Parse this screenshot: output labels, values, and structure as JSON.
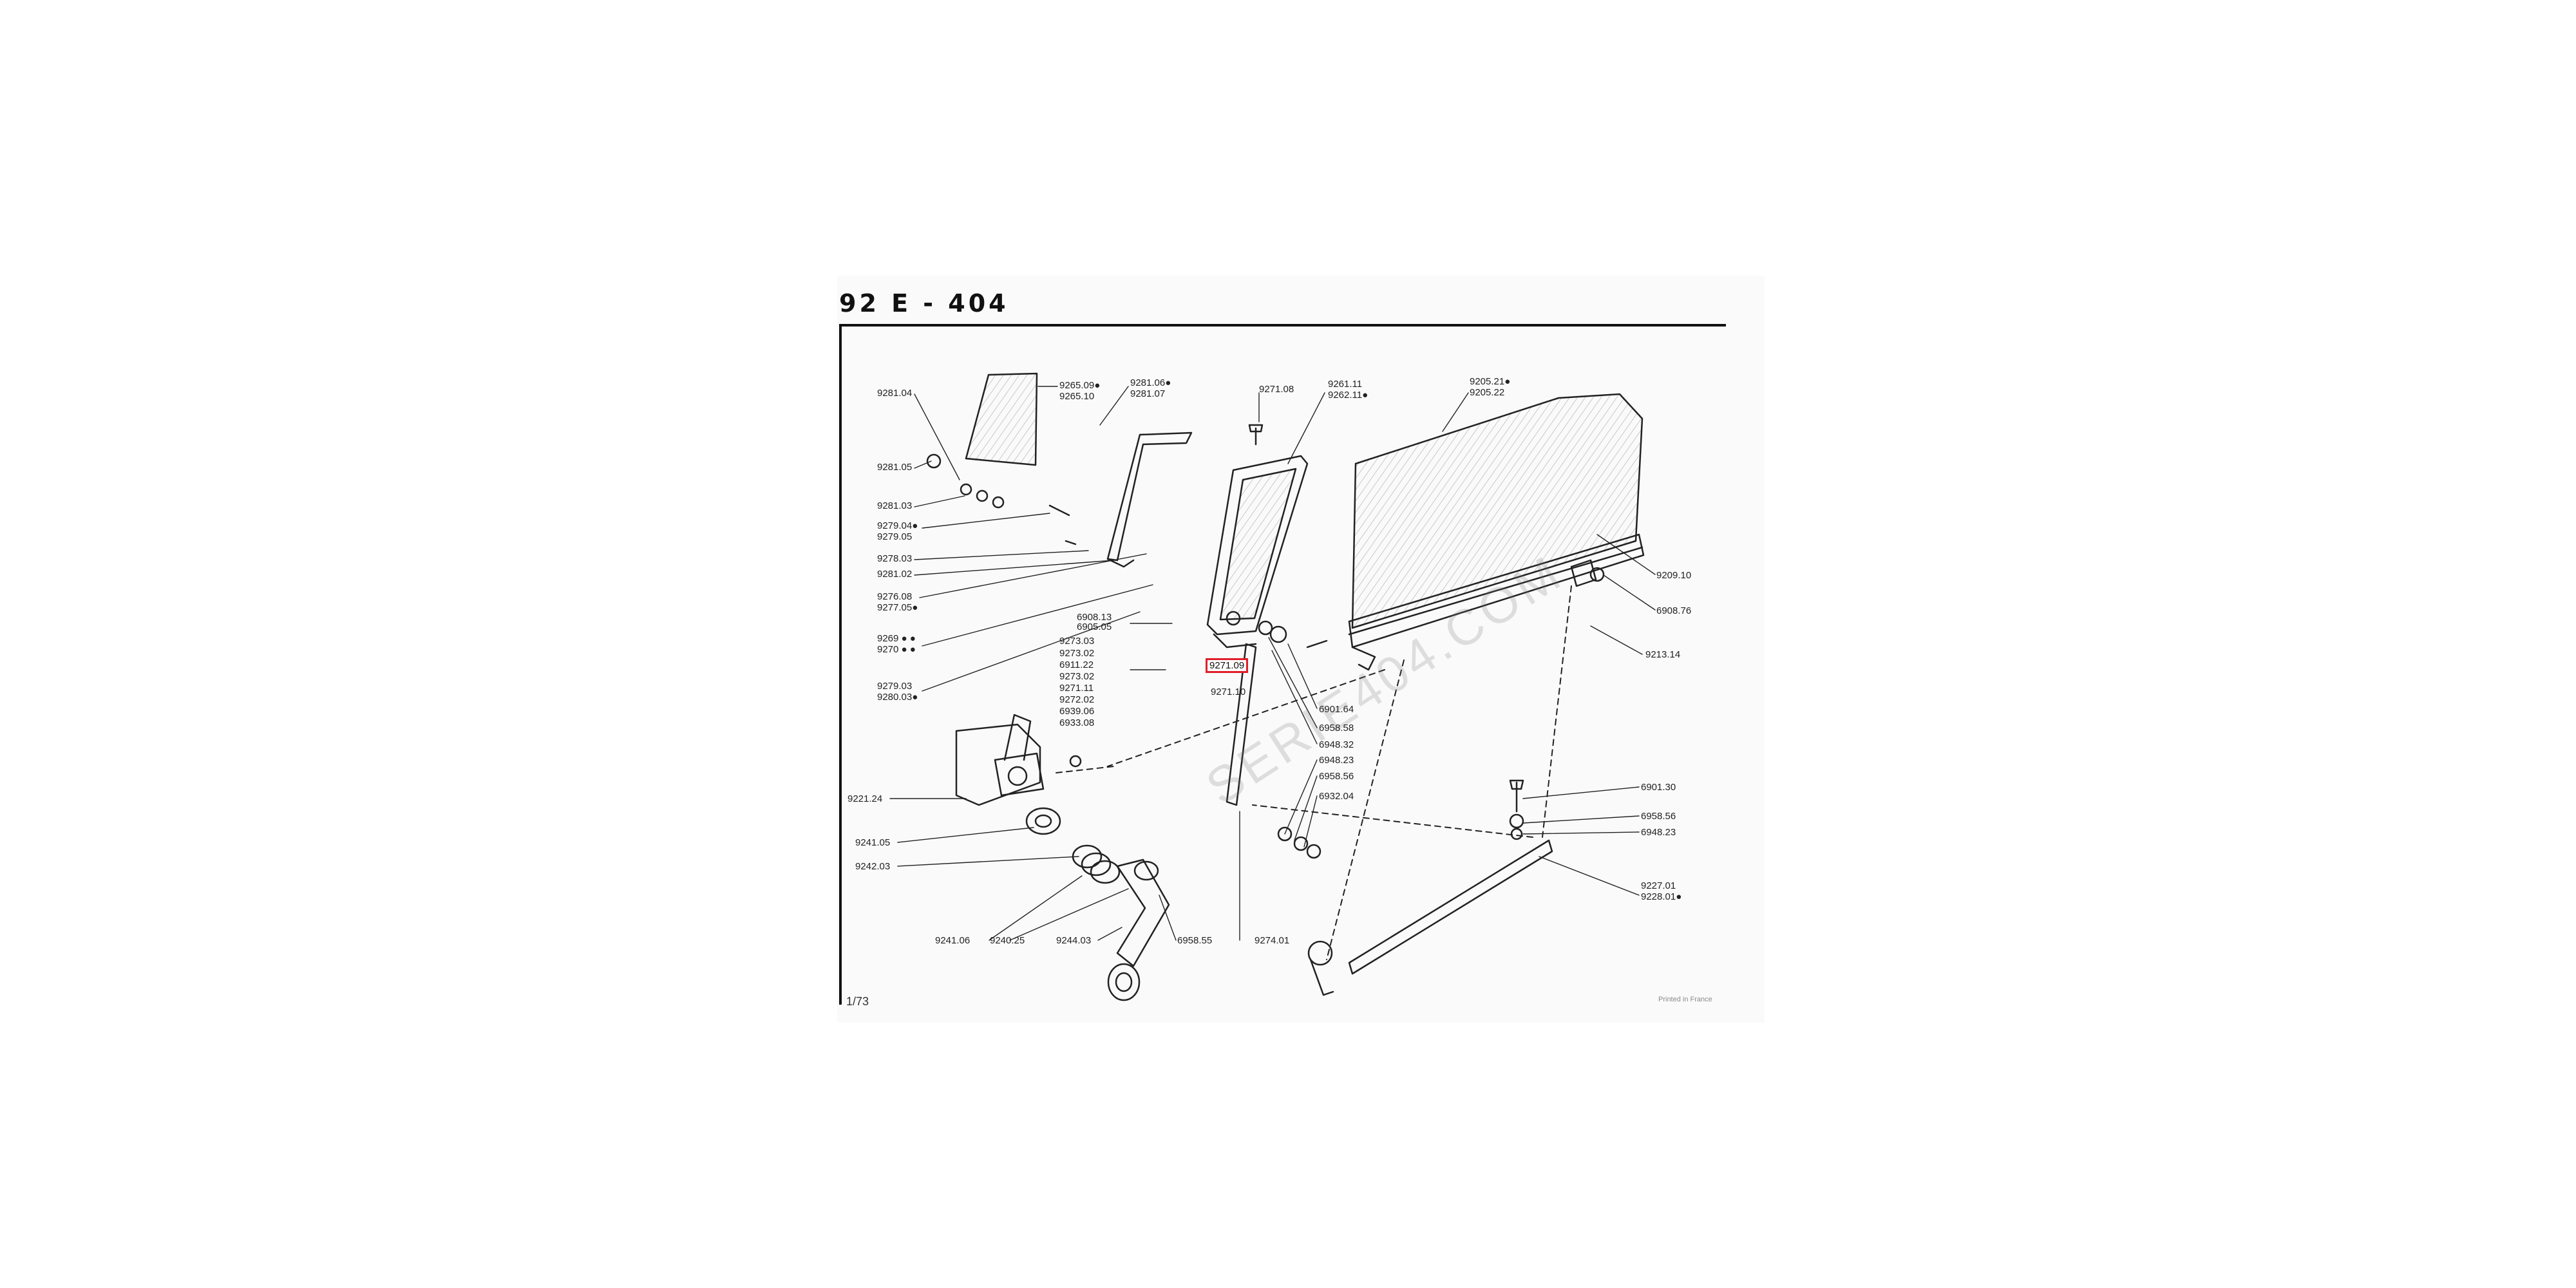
{
  "header": {
    "title": "92 E - 404"
  },
  "footer": {
    "page": "1/73",
    "printed": "Printed in France"
  },
  "watermark": {
    "text": "SERIE404.COM"
  },
  "colors": {
    "highlight": "#e11d2a",
    "ink": "#222222"
  },
  "labels": {
    "l01": "9265.09●",
    "l02": "9265.10",
    "l03": "9281.06●",
    "l04": "9281.07",
    "l05": "9281.04",
    "l06": "9281.05",
    "l07": "9281.03",
    "l08": "9279.04●",
    "l09": "9279.05",
    "l10": "9278.03",
    "l11": "9281.02",
    "l12": "9276.08",
    "l13": "9277.05●",
    "l14": "9269 ● ●",
    "l15": "9270 ● ●",
    "l16": "9279.03",
    "l17": "9280.03●",
    "l18": "9271.08",
    "l19": "9261.11",
    "l20": "9262.11●",
    "l21": "9205.21●",
    "l22": "9205.22",
    "l23": "6908.13",
    "l24": "6905.05",
    "l25": "9273.03",
    "l26": "9273.02",
    "l27": "6911.22",
    "l28": "9273.02",
    "l29": "9271.11",
    "l30": "9272.02",
    "l31": "6939.06",
    "l32": "6933.08",
    "l33": "9271.09",
    "l34": "9271.10",
    "l35": "9209.10",
    "l36": "6908.76",
    "l37": "9213.14",
    "l38": "6901.64",
    "l39": "6958.58",
    "l40": "6948.32",
    "l41": "6948.23",
    "l42": "6958.56",
    "l43": "6932.04",
    "l44": "9221.24",
    "l45": "9241.05",
    "l46": "9242.03",
    "l47": "9241.06",
    "l48": "9240.25",
    "l49": "9244.03",
    "l50": "6958.55",
    "l51": "9274.01",
    "l52": "6901.30",
    "l53": "6958.56",
    "l54": "6948.23",
    "l55": "9227.01",
    "l56": "9228.01●"
  }
}
